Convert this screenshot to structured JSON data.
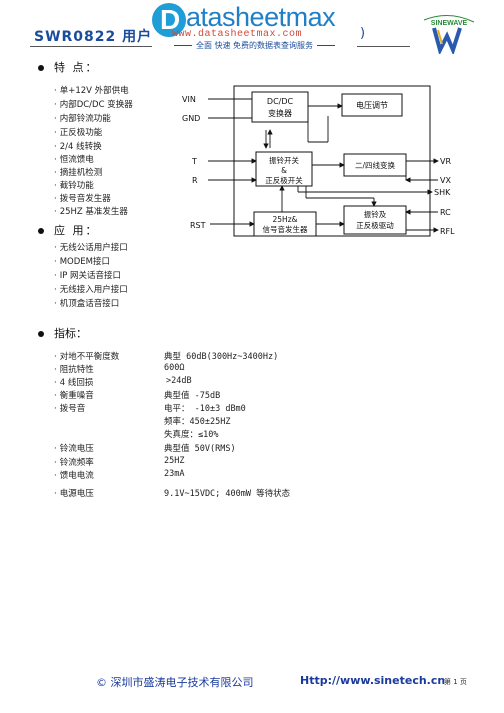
{
  "header": {
    "title": "SWR0822 用户",
    "title_end": ")",
    "watermark": {
      "logo_letter": "D",
      "logo_text": "atasheetmax",
      "url": "www.datasheetmax.com",
      "slogan": "全面  快速  免费的数据表查询服务"
    },
    "brand": "SINEWAVE"
  },
  "features": {
    "title": "特 点：",
    "items": [
      "单+12V 外部供电",
      "内部DC/DC 变换器",
      "内部铃流功能",
      "正反极功能",
      "2/4 线转换",
      "恒流馈电",
      "摘挂机检测",
      "截铃功能",
      "拨号音发生器",
      "25HZ 基准发生器"
    ]
  },
  "applications": {
    "title": "应 用：",
    "items": [
      "无线公话用户接口",
      "MODEM接口",
      "IP 网关话音接口",
      "无线接入用户接口",
      "机顶盒话音接口"
    ]
  },
  "specs": {
    "title": "指标：",
    "rows": [
      {
        "label": "对地不平衡度数",
        "value": "典型 60dB(300Hz~3400Hz)"
      },
      {
        "label": "阻抗特性",
        "value": "600Ω"
      },
      {
        "label": "4 线回损",
        "value": ">24dB"
      },
      {
        "label": "衡重噪音",
        "value": "典型值 -75dB"
      },
      {
        "label": "拨号音",
        "value": "电平：  -10±3  dBm0"
      },
      {
        "label": "",
        "value": "频率：450±25HZ"
      },
      {
        "label": "",
        "value": "失真度：≤10%"
      },
      {
        "label": "铃流电压",
        "value": "典型值 50V(RMS)"
      },
      {
        "label": "铃流频率",
        "value": "25HZ"
      },
      {
        "label": "馈电电流",
        "value": "23mA"
      },
      {
        "label": "电源电压",
        "value": "9.1V~15VDC; 400mW 等待状态"
      }
    ]
  },
  "diagram": {
    "pins_left": [
      "VIN",
      "GND",
      "T",
      "R",
      "RST"
    ],
    "pins_right": [
      "VR",
      "VX",
      "SHK",
      "RC",
      "RFL"
    ],
    "blocks": {
      "dcdc": [
        "DC/DC",
        "变换器"
      ],
      "voltage": "电压调节",
      "switch": [
        "振铃开关",
        "&",
        "正反极开关"
      ],
      "conv": "二/四线变换",
      "gen": [
        "25Hz&",
        "信号音发生器"
      ],
      "ring": [
        "振铃及",
        "正反极驱动"
      ]
    }
  },
  "footer": {
    "company": "©  深圳市盛涛电子技术有限公司",
    "url": "Http://www.sinetech.cn",
    "page": "第 1 页"
  }
}
